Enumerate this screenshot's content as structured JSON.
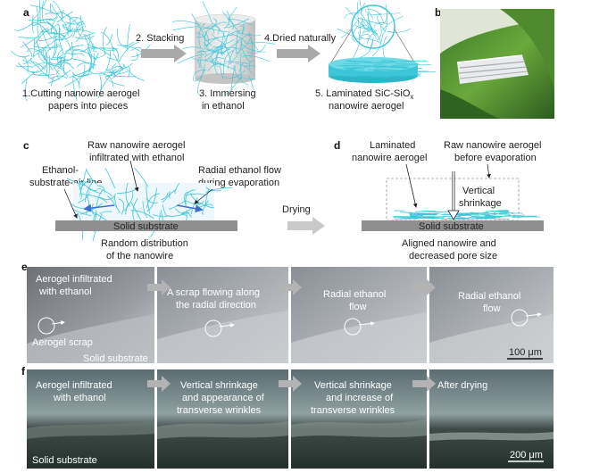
{
  "panels": {
    "a": "a",
    "b": "b",
    "c": "c",
    "d": "d",
    "e": "e",
    "f": "f"
  },
  "a": {
    "step1_line1": "1.Cutting nanowire aerogel",
    "step1_line2": "papers into pieces",
    "step2": "2. Stacking",
    "step3_line1": "3. Immersing",
    "step3_line2": "in ethanol",
    "step4": "4.Dried naturally",
    "step5_line1": "5. Laminated SiC-SiO",
    "step5_sub": "x",
    "step5_line2": "nanowire aerogel"
  },
  "c": {
    "raw_line1": "Raw nanowire aerogel",
    "raw_line2": "infiltrated with ethanol",
    "ethanol_line1": "Ethanol-",
    "ethanol_line2": "substrate-air line",
    "radial_line1": "Radial ethanol flow",
    "radial_line2": "during evaporation",
    "substrate": "Solid substrate",
    "random_line1": "Random distribution",
    "random_line2": "of the nanowire"
  },
  "drying": "Drying",
  "d": {
    "lam_line1": "Laminated",
    "lam_line2": "nanowire aerogel",
    "raw_line1": "Raw nanowire aerogel",
    "raw_line2": "before evaporation",
    "vert_line1": "Vertical",
    "vert_line2": "shrinkage",
    "substrate": "Solid substrate",
    "aligned_line1": "Aligned nanowire and",
    "aligned_line2": "decreased pore size"
  },
  "e": {
    "p1_line1": "Aerogel  infiltrated",
    "p1_line2": "with ethanol",
    "p1_scrap": "Aerogel  scrap",
    "p1_substrate": "Solid substrate",
    "p2_line1": "A scrap flowing along",
    "p2_line2": "the radial direction",
    "p3_line1": "Radial ethanol",
    "p3_line2": "flow",
    "p4_line1": "Radial ethanol",
    "p4_line2": "flow",
    "scale": "100 μm"
  },
  "f": {
    "p1_line1": "Aerogel infiltrated",
    "p1_line2": "with ethanol",
    "p1_substrate": "Solid substrate",
    "p2_line1": "Vertical shrinkage",
    "p2_line2": "and appearance of",
    "p2_line3": "transverse wrinkles",
    "p3_line1": "Vertical shrinkage",
    "p3_line2": "and increase of",
    "p3_line3": "transverse wrinkles",
    "p4_line1": "After drying",
    "scale": "200 μm"
  },
  "colors": {
    "nanowire": "#3cc6d8",
    "arrow_gray": "#a9a9a9",
    "substrate": "#8f8f8f",
    "flow_arrow": "#3a6fd0"
  }
}
